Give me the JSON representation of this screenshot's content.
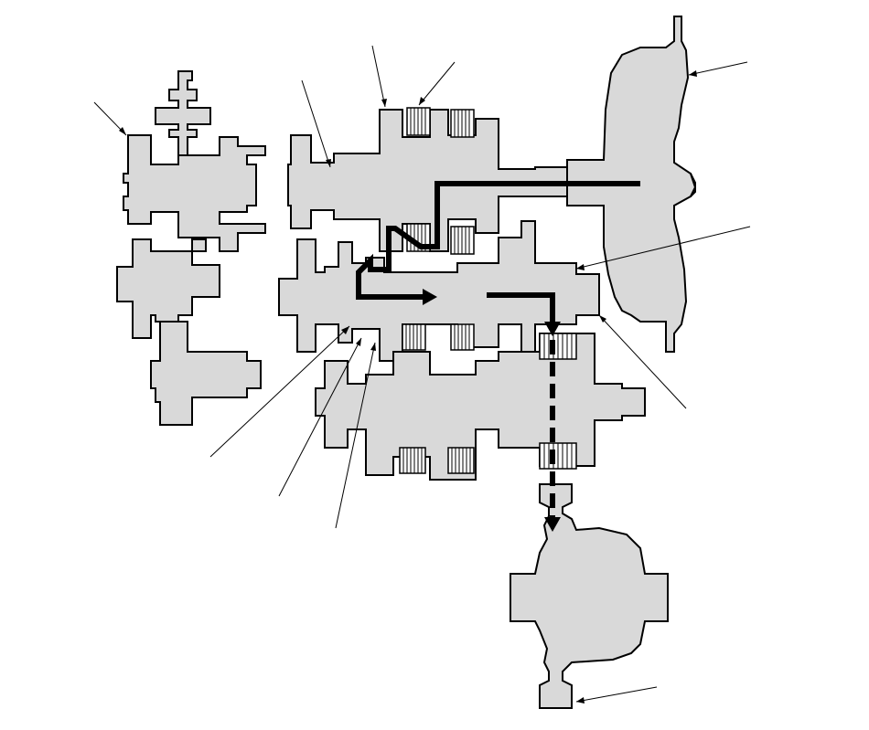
{
  "diagram": {
    "kind": "transmission-cross-section",
    "colors": {
      "part_fill": "#d9d9d9",
      "outline": "#000000",
      "flow_path": "#000000",
      "background": "#ffffff"
    },
    "icons": [
      "torque-converter",
      "mainshaft",
      "countershaft",
      "secondary-shaft",
      "differential",
      "gear-teeth",
      "flow-arrow",
      "leader-line"
    ]
  }
}
